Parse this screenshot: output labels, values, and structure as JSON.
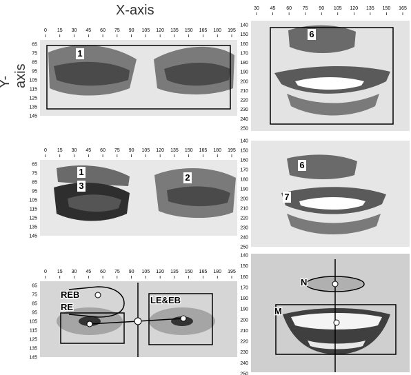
{
  "axis_titles": {
    "x": "X-axis",
    "y": "Y-axis"
  },
  "eye_x_ticks": [
    "0",
    "15",
    "30",
    "45",
    "60",
    "75",
    "90",
    "105",
    "120",
    "135",
    "150",
    "165",
    "180",
    "195"
  ],
  "eye_y_ticks": [
    "65",
    "75",
    "85",
    "95",
    "105",
    "115",
    "125",
    "135",
    "145"
  ],
  "mouth_x_ticks": [
    "30",
    "45",
    "60",
    "75",
    "90",
    "105",
    "120",
    "135",
    "150",
    "165"
  ],
  "mouth_y_ticks": [
    "140",
    "150",
    "160",
    "170",
    "180",
    "190",
    "200",
    "210",
    "220",
    "230",
    "240",
    "250"
  ],
  "panels": {
    "eyes_1": {
      "labels": [
        "1"
      ]
    },
    "mouth_1": {
      "labels": [
        "6"
      ]
    },
    "eyes_2": {
      "labels": [
        "1",
        "3",
        "2"
      ]
    },
    "mouth_2": {
      "labels": [
        "6",
        "7"
      ]
    },
    "eyes_3": {
      "labels": [
        "REB",
        "RE",
        "LE&EB"
      ]
    },
    "mouth_3": {
      "labels": [
        "N",
        "M"
      ]
    }
  },
  "colors": {
    "frame": "#000000",
    "segment_dark": "#3a3a3a",
    "segment_mid": "#6d6d6d",
    "segment_light": "#9a9a9a",
    "face": "#d9d9d9"
  }
}
